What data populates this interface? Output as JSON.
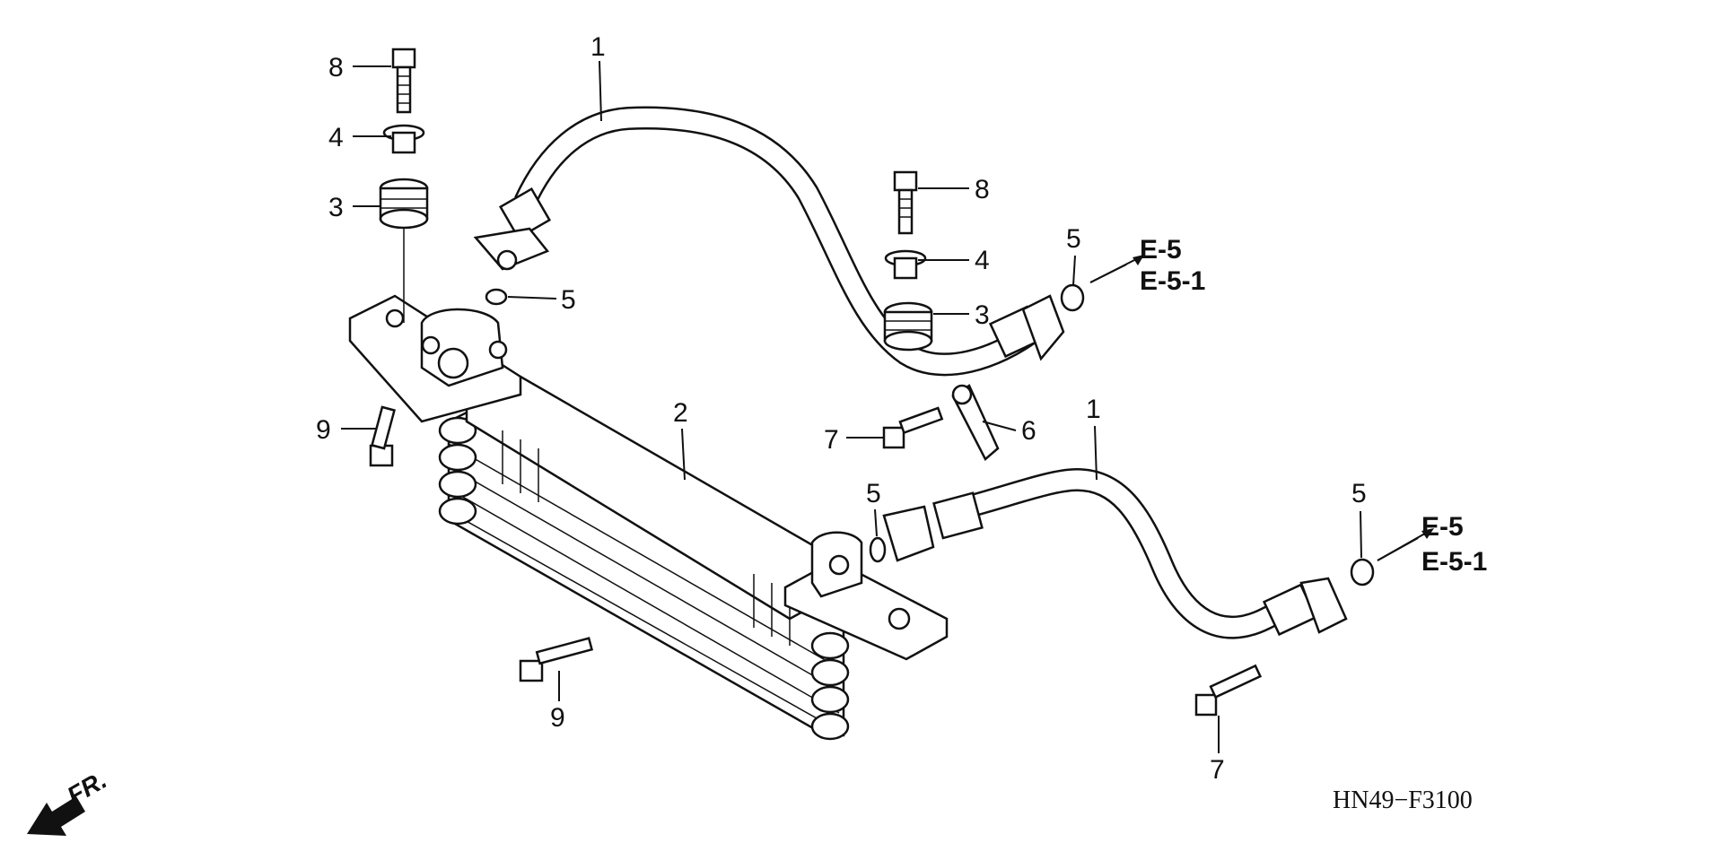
{
  "diagram": {
    "code": "HN49−F3100",
    "direction": "FR.",
    "references": {
      "upper_a": "E-5",
      "upper_b": "E-5-1",
      "lower_a": "E-5",
      "lower_b": "E-5-1"
    },
    "callouts": {
      "c1_upper": "1",
      "c1_lower": "1",
      "c2": "2",
      "c3_left": "3",
      "c3_right": "3",
      "c4_left": "4",
      "c4_right": "4",
      "c5_left": "5",
      "c5_upper_right": "5",
      "c5_center": "5",
      "c5_lower_right": "5",
      "c6": "6",
      "c7_center": "7",
      "c7_lower": "7",
      "c8_left": "8",
      "c8_right": "8",
      "c9_left": "9",
      "c9_lower": "9"
    }
  }
}
